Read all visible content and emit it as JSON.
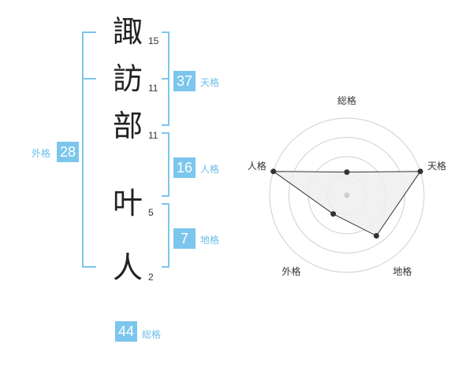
{
  "name_chars": [
    {
      "char": "諏",
      "strokes": "15"
    },
    {
      "char": "訪",
      "strokes": "11"
    },
    {
      "char": "部",
      "strokes": "11"
    },
    {
      "char": "叶",
      "strokes": "5"
    },
    {
      "char": "人",
      "strokes": "2"
    }
  ],
  "kaku": {
    "tenkaku": {
      "value": "37",
      "label": "天格"
    },
    "jinkaku": {
      "value": "16",
      "label": "人格"
    },
    "chikaku": {
      "value": "7",
      "label": "地格"
    },
    "gaikaku": {
      "value": "28",
      "label": "外格"
    },
    "soukaku": {
      "value": "44",
      "label": "総格"
    }
  },
  "colors": {
    "accent": "#7cc6ee",
    "box_text": "#ffffff",
    "radar_fill": "#efefef",
    "radar_stroke": "#333333"
  },
  "chart_data": {
    "type": "radar",
    "axes": [
      "総格",
      "天格",
      "地格",
      "外格",
      "人格"
    ],
    "values": [
      0.3,
      1.0,
      0.65,
      0.3,
      1.0
    ],
    "rings": 4
  }
}
